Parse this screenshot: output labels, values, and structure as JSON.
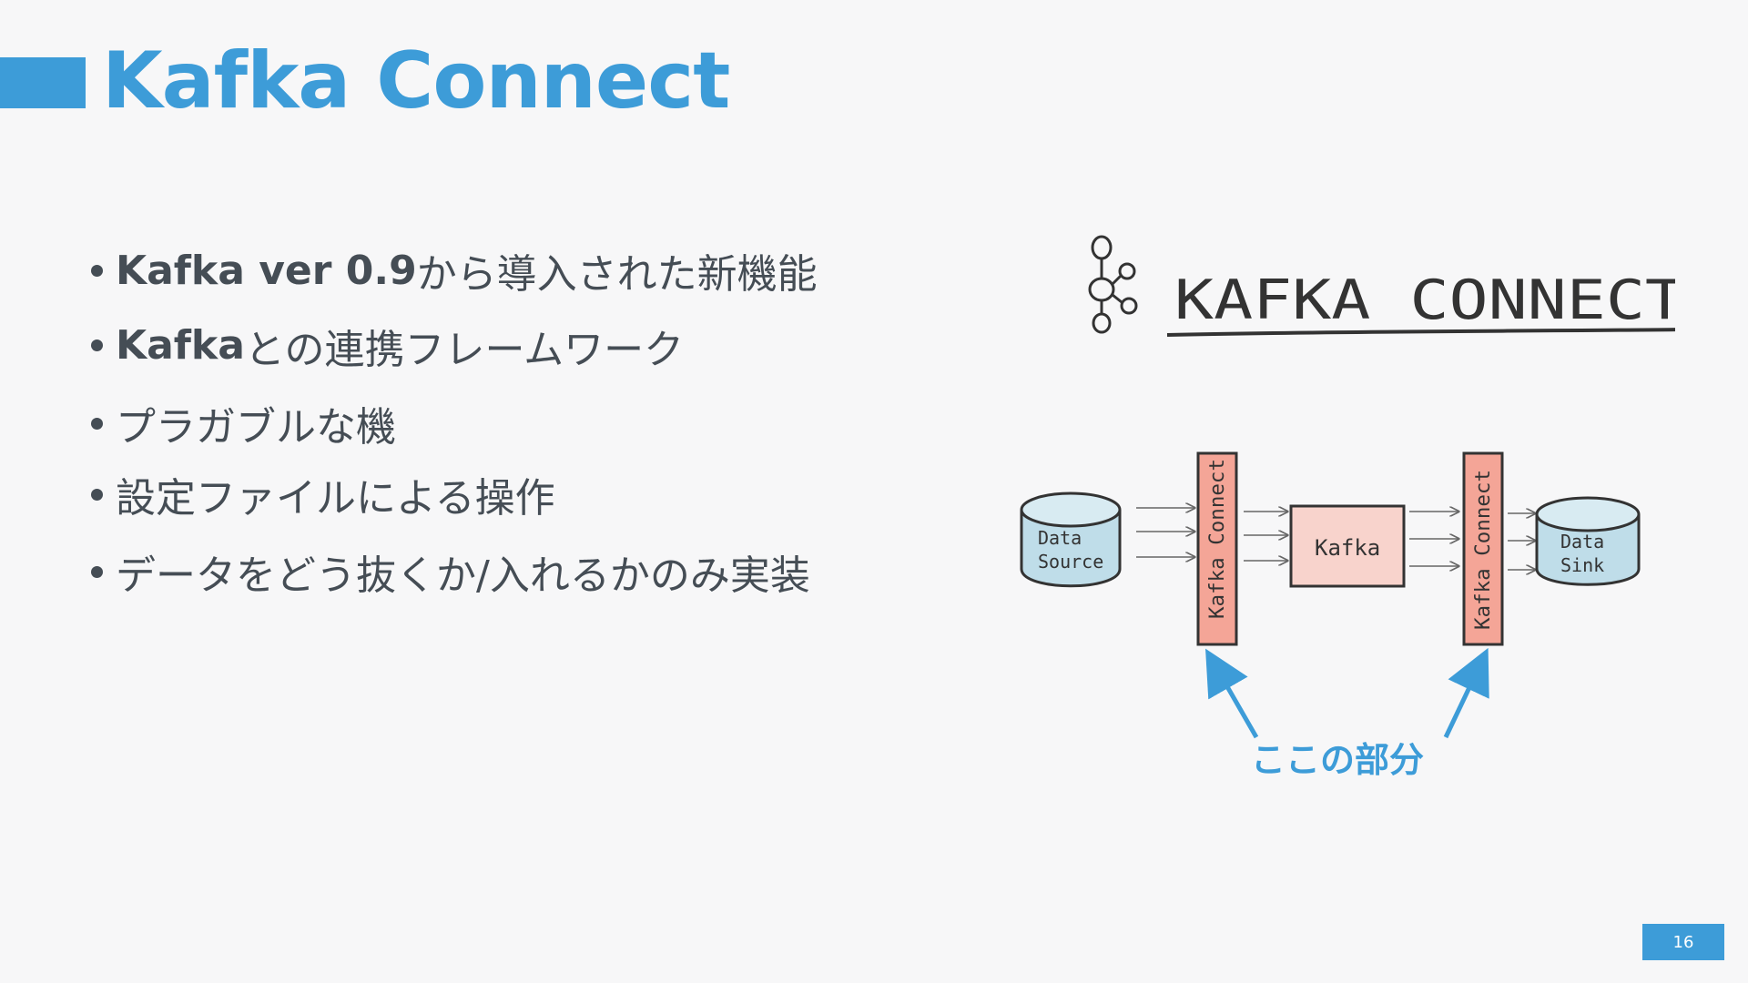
{
  "slide": {
    "title": "Kafka Connect",
    "page_number": "16"
  },
  "bullets": [
    {
      "strong": "Kafka ver 0.9",
      "text": "から導入された新機能"
    },
    {
      "strong": "Kafka",
      "text": "との連携フレームワーク"
    },
    {
      "strong": "",
      "text": "プラガブルな機"
    },
    {
      "strong": "",
      "text": "設定ファイルによる操作"
    },
    {
      "strong": "",
      "text": "データをどう抜くか/入れるかのみ実装"
    }
  ],
  "illustration": {
    "logo_text": "KAFKA CONNECT",
    "data_source": [
      "Data",
      "Source"
    ],
    "data_sink": [
      "Data",
      "Sink"
    ],
    "connector_label": "Kafka Connect",
    "kafka_label": "Kafka",
    "callout": "ここの部分"
  },
  "colors": {
    "accent": "#3d9cd8",
    "text": "#454d55",
    "connector_fill": "#f4a597",
    "store_fill": "#bfdde9"
  }
}
